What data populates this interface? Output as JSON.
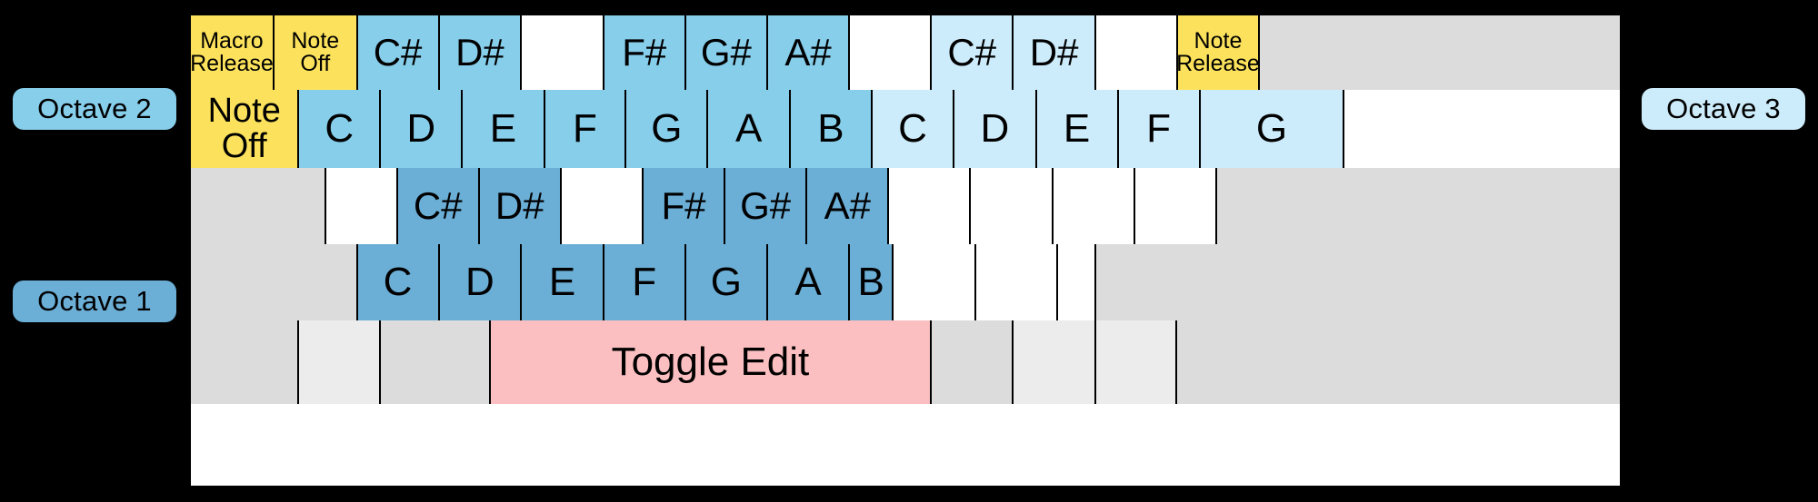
{
  "labels": {
    "octave_left_top": "Octave 2",
    "octave_left_bottom": "Octave 1",
    "octave_right": "Octave 3"
  },
  "colors": {
    "black_key_octave2": "#87CEEB",
    "black_key_octave3": "#CDECFB",
    "black_key_octave1": "#6BAED6",
    "special_yellow": "#FCE25C",
    "toggle_pink": "#FBBFC1",
    "inactive_gray": "#DCDCDC",
    "inactive_gray_light": "#ECECEC",
    "empty_white": "#FFFFFF",
    "background": "#000000",
    "border": "#000000"
  },
  "keyboard": {
    "rows": [
      {
        "name": "row-black-keys-upper",
        "cells": [
          {
            "label": "Macro Release",
            "color": "yellow",
            "size": "sm",
            "two_line": true,
            "interactable": true
          },
          {
            "label": "Note Off",
            "color": "yellow",
            "size": "sm",
            "two_line": true,
            "interactable": true
          },
          {
            "label": "C#",
            "color": "sky",
            "size": "lg",
            "two_line": false,
            "interactable": true
          },
          {
            "label": "D#",
            "color": "sky",
            "size": "lg",
            "two_line": false,
            "interactable": true
          },
          {
            "label": "",
            "color": "white",
            "size": "lg",
            "two_line": false,
            "interactable": true
          },
          {
            "label": "F#",
            "color": "sky",
            "size": "lg",
            "two_line": false,
            "interactable": true
          },
          {
            "label": "G#",
            "color": "sky",
            "size": "lg",
            "two_line": false,
            "interactable": true
          },
          {
            "label": "A#",
            "color": "sky",
            "size": "lg",
            "two_line": false,
            "interactable": true
          },
          {
            "label": "",
            "color": "white",
            "size": "lg",
            "two_line": false,
            "interactable": true
          },
          {
            "label": "C#",
            "color": "lightblue",
            "size": "lg",
            "two_line": false,
            "interactable": true
          },
          {
            "label": "D#",
            "color": "lightblue",
            "size": "lg",
            "two_line": false,
            "interactable": true
          },
          {
            "label": "",
            "color": "white",
            "size": "lg",
            "two_line": false,
            "interactable": true
          },
          {
            "label": "Note Release",
            "color": "yellow",
            "size": "sm",
            "two_line": true,
            "interactable": true
          },
          {
            "label": "",
            "color": "gray",
            "size": "lg",
            "two_line": false,
            "interactable": false
          }
        ]
      },
      {
        "name": "row-white-keys-octave2",
        "cells": [
          {
            "label": "Note Off",
            "color": "yellow",
            "size": "md",
            "two_line": true,
            "interactable": true
          },
          {
            "label": "C",
            "color": "sky",
            "size": "xl",
            "two_line": false,
            "interactable": true
          },
          {
            "label": "D",
            "color": "sky",
            "size": "xl",
            "two_line": false,
            "interactable": true
          },
          {
            "label": "E",
            "color": "sky",
            "size": "xl",
            "two_line": false,
            "interactable": true
          },
          {
            "label": "F",
            "color": "sky",
            "size": "xl",
            "two_line": false,
            "interactable": true
          },
          {
            "label": "G",
            "color": "sky",
            "size": "xl",
            "two_line": false,
            "interactable": true
          },
          {
            "label": "A",
            "color": "sky",
            "size": "xl",
            "two_line": false,
            "interactable": true
          },
          {
            "label": "B",
            "color": "sky",
            "size": "xl",
            "two_line": false,
            "interactable": true
          },
          {
            "label": "C",
            "color": "lightblue",
            "size": "xl",
            "two_line": false,
            "interactable": true
          },
          {
            "label": "D",
            "color": "lightblue",
            "size": "xl",
            "two_line": false,
            "interactable": true
          },
          {
            "label": "E",
            "color": "lightblue",
            "size": "xl",
            "two_line": false,
            "interactable": true
          },
          {
            "label": "F",
            "color": "lightblue",
            "size": "xl",
            "two_line": false,
            "interactable": true
          },
          {
            "label": "G",
            "color": "lightblue",
            "size": "xl",
            "two_line": false,
            "interactable": true
          },
          {
            "label": "",
            "color": "white",
            "size": "xl",
            "two_line": false,
            "interactable": true
          }
        ]
      },
      {
        "name": "row-black-keys-lower",
        "cells": [
          {
            "label": "",
            "color": "gray",
            "size": "lg",
            "two_line": false,
            "interactable": false
          },
          {
            "label": "",
            "color": "white",
            "size": "lg",
            "two_line": false,
            "interactable": true
          },
          {
            "label": "C#",
            "color": "steel",
            "size": "lg",
            "two_line": false,
            "interactable": true
          },
          {
            "label": "D#",
            "color": "steel",
            "size": "lg",
            "two_line": false,
            "interactable": true
          },
          {
            "label": "",
            "color": "white",
            "size": "lg",
            "two_line": false,
            "interactable": true
          },
          {
            "label": "F#",
            "color": "steel",
            "size": "lg",
            "two_line": false,
            "interactable": true
          },
          {
            "label": "G#",
            "color": "steel",
            "size": "lg",
            "two_line": false,
            "interactable": true
          },
          {
            "label": "A#",
            "color": "steel",
            "size": "lg",
            "two_line": false,
            "interactable": true
          },
          {
            "label": "",
            "color": "white",
            "size": "lg",
            "two_line": false,
            "interactable": true
          },
          {
            "label": "",
            "color": "white",
            "size": "lg",
            "two_line": false,
            "interactable": true
          },
          {
            "label": "",
            "color": "white",
            "size": "lg",
            "two_line": false,
            "interactable": true
          },
          {
            "label": "",
            "color": "white",
            "size": "lg",
            "two_line": false,
            "interactable": true
          },
          {
            "label": "",
            "color": "gray",
            "size": "lg",
            "two_line": false,
            "interactable": false
          }
        ]
      },
      {
        "name": "row-white-keys-octave1",
        "cells": [
          {
            "label": "",
            "color": "gray",
            "size": "xl",
            "two_line": false,
            "interactable": false
          },
          {
            "label": "C",
            "color": "steel",
            "size": "xl",
            "two_line": false,
            "interactable": true
          },
          {
            "label": "D",
            "color": "steel",
            "size": "xl",
            "two_line": false,
            "interactable": true
          },
          {
            "label": "E",
            "color": "steel",
            "size": "xl",
            "two_line": false,
            "interactable": true
          },
          {
            "label": "F",
            "color": "steel",
            "size": "xl",
            "two_line": false,
            "interactable": true
          },
          {
            "label": "G",
            "color": "steel",
            "size": "xl",
            "two_line": false,
            "interactable": true
          },
          {
            "label": "A",
            "color": "steel",
            "size": "xl",
            "two_line": false,
            "interactable": true
          },
          {
            "label": "B",
            "color": "steel",
            "size": "xl",
            "two_line": false,
            "interactable": true
          },
          {
            "label": "",
            "color": "white",
            "size": "xl",
            "two_line": false,
            "interactable": true
          },
          {
            "label": "",
            "color": "white",
            "size": "xl",
            "two_line": false,
            "interactable": true
          },
          {
            "label": "",
            "color": "white",
            "size": "xl",
            "two_line": false,
            "interactable": true
          },
          {
            "label": "",
            "color": "gray",
            "size": "xl",
            "two_line": false,
            "interactable": false
          }
        ]
      },
      {
        "name": "row-bottom-controls",
        "cells": [
          {
            "label": "",
            "color": "gray",
            "size": "xl",
            "two_line": false,
            "interactable": false
          },
          {
            "label": "",
            "color": "gray2",
            "size": "xl",
            "two_line": false,
            "interactable": false
          },
          {
            "label": "",
            "color": "gray",
            "size": "xl",
            "two_line": false,
            "interactable": false
          },
          {
            "label": "Toggle Edit",
            "color": "pink",
            "size": "xl",
            "two_line": false,
            "interactable": true
          },
          {
            "label": "",
            "color": "gray",
            "size": "xl",
            "two_line": false,
            "interactable": false
          },
          {
            "label": "",
            "color": "gray2",
            "size": "xl",
            "two_line": false,
            "interactable": false
          },
          {
            "label": "",
            "color": "gray2",
            "size": "xl",
            "two_line": false,
            "interactable": false
          },
          {
            "label": "",
            "color": "gray",
            "size": "xl",
            "two_line": false,
            "interactable": false
          }
        ]
      }
    ]
  }
}
